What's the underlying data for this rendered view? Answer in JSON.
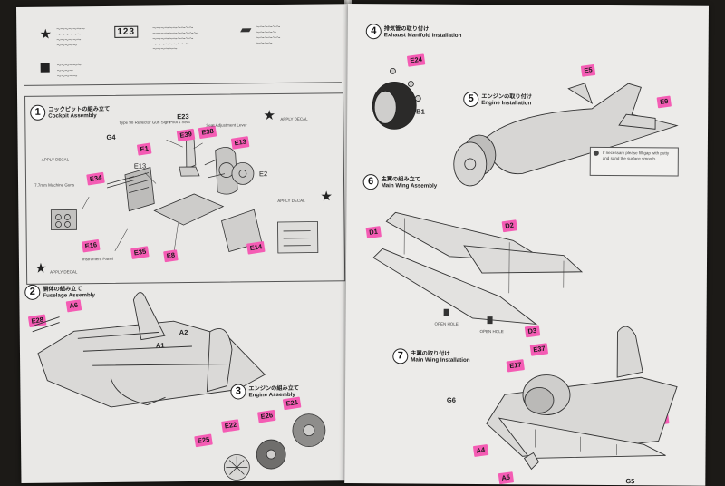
{
  "left_page": {
    "steps": [
      {
        "num": "1",
        "title_jp": "コックピットの組み立て",
        "title_en": "Cockpit Assembly"
      },
      {
        "num": "2",
        "title_jp": "胴体の組み立て",
        "title_en": "Fuselage Assembly"
      },
      {
        "num": "3",
        "title_jp": "エンジンの組み立て",
        "title_en": "Engine Assembly"
      }
    ],
    "legend_numbers": "123",
    "part_tags": [
      "E39",
      "E38",
      "E13",
      "E1",
      "E34",
      "E16",
      "E35",
      "E8",
      "E14",
      "A6",
      "E28",
      "E25",
      "E22",
      "E26",
      "E21"
    ],
    "part_labels": [
      "E23",
      "G4",
      "E13",
      "E2",
      "A1",
      "A2"
    ],
    "apply_decal": "APPLY DECAL",
    "fine_print": [
      "Type 98 Reflector Gun Sight",
      "Pilot's Seat",
      "7.7mm Machine Guns",
      "Instrument Panel",
      "Seat Adjustment Lever"
    ]
  },
  "right_page": {
    "steps": [
      {
        "num": "4",
        "title_jp": "排気管の取り付け",
        "title_en": "Exhaust Manifold Installation"
      },
      {
        "num": "5",
        "title_jp": "エンジンの取り付け",
        "title_en": "Engine Installation"
      },
      {
        "num": "6",
        "title_jp": "主翼の組み立て",
        "title_en": "Main Wing Assembly"
      },
      {
        "num": "7",
        "title_jp": "主翼の取り付け",
        "title_en": "Main Wing Installation"
      }
    ],
    "part_tags": [
      "E24",
      "E5",
      "E9",
      "D1",
      "D2",
      "D3",
      "E37",
      "E17",
      "E17",
      "A4",
      "A5"
    ],
    "part_labels": [
      "B1",
      "G6",
      "G5"
    ],
    "open_hole": "OPEN HOLE",
    "note_text": "If necessary please fill gap with putty and sand the surface smooth."
  },
  "colors": {
    "tag_pink": "#f45cb4",
    "paper": "#e9e8e6",
    "background": "#1c1a17",
    "line": "#333333"
  }
}
